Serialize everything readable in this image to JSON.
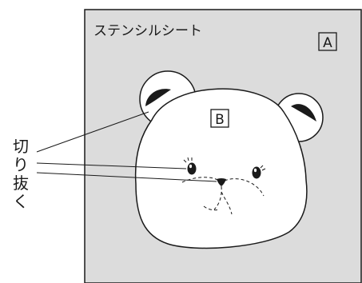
{
  "sheet": {
    "label": "ステンシルシート",
    "box_a": "A",
    "fill_color": "#dcdcdc"
  },
  "bear": {
    "box_b": "B"
  },
  "callout": {
    "label_lines": [
      "切",
      "り",
      "抜",
      "く"
    ]
  }
}
